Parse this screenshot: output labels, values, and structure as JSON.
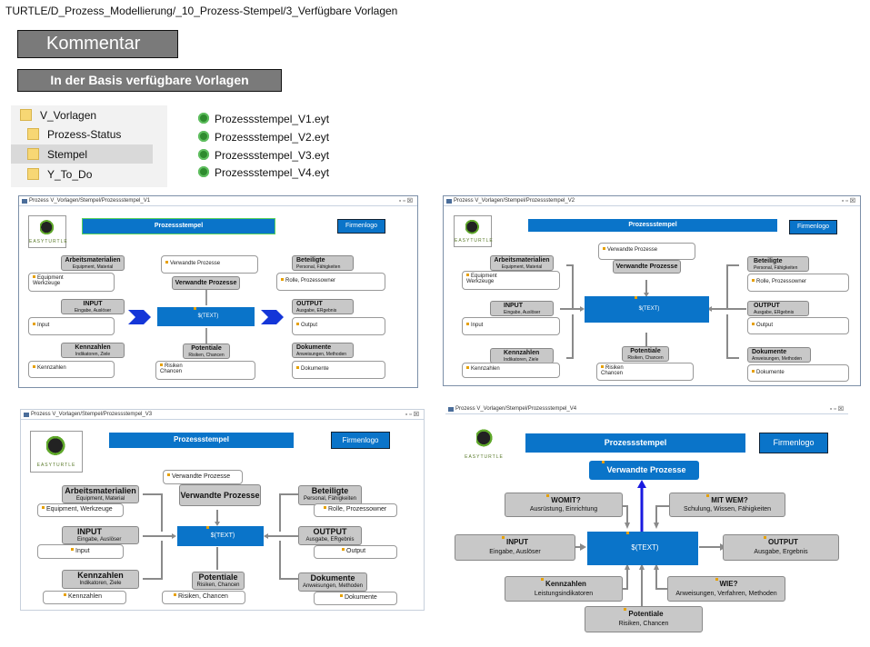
{
  "path": "TURTLE/D_Prozess_Modellierung/_10_Prozess-Stempel/3_Verfügbare Vorlagen",
  "kommentar_label": "Kommentar",
  "vorlagen_label": "In der Basis verfügbare Vorlagen",
  "tree": {
    "root": "V_Vorlagen",
    "items": [
      "Prozess-Status",
      "Stempel",
      "Y_To_Do"
    ],
    "selected": "Stempel"
  },
  "files": [
    "Prozessstempel_V1.eyt",
    "Prozessstempel_V2.eyt",
    "Prozessstempel_V3.eyt",
    "Prozessstempel_V4.eyt"
  ],
  "colors": {
    "blue": "#0a74c9",
    "gray": "#c8c8c8"
  },
  "logo_text": "EASYTURTLE",
  "p1": {
    "title": "Prozess V_Vorlagen/Stempel/Prozessstempel_V1",
    "header": "Prozessstempel",
    "firm": "Firmenlogo",
    "arbeit_t": "Arbeitsmaterialien",
    "arbeit_s": "Equipment, Material",
    "arbeit_v1": "Equipment",
    "arbeit_v2": "Werkzeuge",
    "input_t": "INPUT",
    "input_s": "Eingabe, Auslöser",
    "input_v": "Input",
    "kenn_t": "Kennzahlen",
    "kenn_s": "Indikatoren, Ziele",
    "kenn_v": "Kennzahlen",
    "verw_v": "Verwandte Prozesse",
    "verw_t": "Verwandte Prozesse",
    "center": "$(TEXT)",
    "pot_t": "Potentiale",
    "pot_s": "Risiken, Chancen",
    "pot_v1": "Risiken",
    "pot_v2": "Chancen",
    "bet_t": "Beteiligte",
    "bet_s": "Personal, Fähigkeiten",
    "bet_v": "Rolle, Prozessowner",
    "out_t": "OUTPUT",
    "out_s": "Ausgabe, ERgebnis",
    "out_v": "Output",
    "dok_t": "Dokumente",
    "dok_s": "Anweisungen, Methoden",
    "dok_v": "Dokumente"
  },
  "p2": {
    "title": "Prozess V_Vorlagen/Stempel/Prozessstempel_V2",
    "header": "Prozessstempel",
    "firm": "Firmenlogo",
    "arbeit_t": "Arbeitsmaterialien",
    "arbeit_s": "Equipment, Material",
    "arbeit_v1": "Equipment",
    "arbeit_v2": "Werkzeuge",
    "input_t": "INPUT",
    "input_s": "Eingabe, Auslöser",
    "input_v": "Input",
    "kenn_t": "Kennzahlen",
    "kenn_s": "Indikatoren, Ziele",
    "kenn_v": "Kennzahlen",
    "verw_v": "Verwandte Prozesse",
    "verw_t": "Verwandte Prozesse",
    "center": "$(TEXT)",
    "pot_t": "Potentiale",
    "pot_s": "Risiken, Chancen",
    "pot_v1": "Risiken",
    "pot_v2": "Chancen",
    "bet_t": "Beteiligte",
    "bet_s": "Personal, Fähigkeiten",
    "bet_v": "Rolle, Prozessowner",
    "out_t": "OUTPUT",
    "out_s": "Ausgabe, ERgebnis",
    "out_v": "Output",
    "dok_t": "Dokumente",
    "dok_s": "Anweisungen, Methoden",
    "dok_v": "Dokumente"
  },
  "p3": {
    "title": "Prozess V_Vorlagen/Stempel/Prozessstempel_V3",
    "header": "Prozessstempel",
    "firm": "Firmenlogo",
    "arbeit_t": "Arbeitsmaterialien",
    "arbeit_s": "Equipment, Material",
    "arbeit_v": "Equipment, Werkzeuge",
    "input_t": "INPUT",
    "input_s": "Eingabe, Auslöser",
    "input_v": "Input",
    "kenn_t": "Kennzahlen",
    "kenn_s": "Indikatoren, Ziele",
    "kenn_v": "Kennzahlen",
    "verw_v": "Verwandte Prozesse",
    "verw_t": "Verwandte Prozesse",
    "center": "$(TEXT)",
    "pot_t": "Potentiale",
    "pot_s": "Risiken, Chancen",
    "pot_v": "Risiken, Chancen",
    "bet_t": "Beteiligte",
    "bet_s": "Personal, Fähigkeiten",
    "bet_v": "Rolle, Prozessowner",
    "out_t": "OUTPUT",
    "out_s": "Ausgabe, ERgebnis",
    "out_v": "Output",
    "dok_t": "Dokumente",
    "dok_s": "Anweisungen, Methoden",
    "dok_v": "Dokumente"
  },
  "p4": {
    "title": "Prozess V_Vorlagen/Stempel/Prozessstempel_V4",
    "header": "Prozessstempel",
    "firm": "Firmenlogo",
    "verw": "Verwandte Prozesse",
    "womit_t": "WOMIT?",
    "womit_s": "Ausrüstung, Einrichtung",
    "mitwem_t": "MIT WEM?",
    "mitwem_s": "Schulung, Wissen, Fähigkeiten",
    "input_t": "INPUT",
    "input_s": "Eingabe, Auslöser",
    "center": "$(TEXT)",
    "output_t": "OUTPUT",
    "output_s": "Ausgabe, Ergebnis",
    "kenn_t": "Kennzahlen",
    "kenn_s": "Leistungsindikatoren",
    "wie_t": "WIE?",
    "wie_s": "Anweisungen, Verfahren, Methoden",
    "pot_t": "Potentiale",
    "pot_s": "Risiken, Chancen"
  }
}
